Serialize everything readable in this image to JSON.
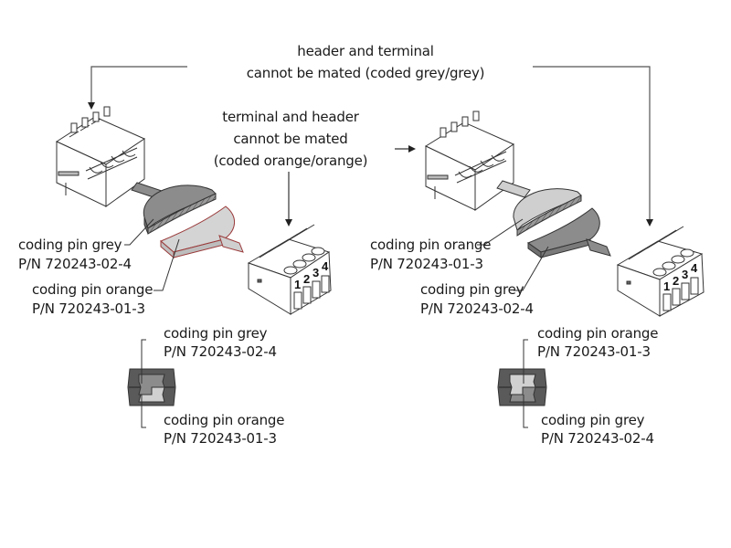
{
  "title": {
    "line1": "header and terminal",
    "line2": "cannot be mated (coded grey/grey)"
  },
  "middle_note": {
    "line1": "terminal and header",
    "line2": "cannot be mated",
    "line3": "(coded orange/orange)"
  },
  "left_assembly": {
    "upper_pin": {
      "name": "coding pin grey",
      "pn": "P/N 720243-02-4",
      "shade": "#8c8c8c"
    },
    "lower_pin": {
      "name": "coding pin orange",
      "pn": "P/N 720243-01-3",
      "shade": "#d4d4d4"
    },
    "terminal_numbers": [
      "1",
      "2",
      "3",
      "4"
    ]
  },
  "right_assembly": {
    "upper_pin": {
      "name": "coding pin orange",
      "pn": "P/N 720243-01-3",
      "shade": "#cfcfcf"
    },
    "lower_pin": {
      "name": "coding pin grey",
      "pn": "P/N 720243-02-4",
      "shade": "#8c8c8c"
    },
    "terminal_numbers": [
      "1",
      "2",
      "3",
      "4"
    ]
  },
  "left_section": {
    "top": {
      "name": "coding pin grey",
      "pn": "P/N 720243-02-4"
    },
    "bottom": {
      "name": "coding pin orange",
      "pn": "P/N 720243-01-3"
    }
  },
  "right_section": {
    "top": {
      "name": "coding pin orange",
      "pn": "P/N 720243-01-3"
    },
    "bottom": {
      "name": "coding pin grey",
      "pn": "P/N 720243-02-4"
    }
  },
  "colors": {
    "line": "#333333",
    "grey_pin": "#8c8c8c",
    "light_pin": "#d4d4d4",
    "orange_outline": "#9a3a3a",
    "section_dark": "#5a5a5a"
  }
}
